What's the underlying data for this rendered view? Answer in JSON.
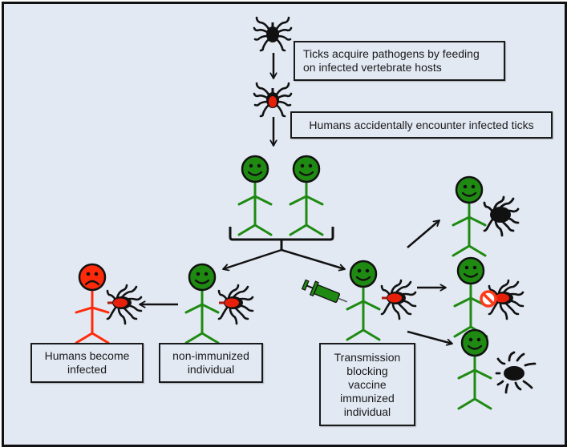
{
  "diagram": {
    "title": "Tick-borne pathogen transmission and transmission-blocking vaccine",
    "colors": {
      "background": "#e2e9f3",
      "healthy": "#1f8a12",
      "infected": "#ff2a0a",
      "tick_body": "#111111",
      "tick_infected": "#e8200a",
      "arrow": "#111111",
      "no_sign": "#ff3a1a"
    },
    "boxes": {
      "acquire": "Ticks acquire pathogens by feeding\non infected vertebrate hosts",
      "encounter": "Humans accidentally encounter infected ticks",
      "infected": "Humans become\ninfected",
      "non_immunized": "non-immunized\nindividual",
      "vaccinated": "Transmission\nblocking\nvaccine\nimmunized\nindividual"
    },
    "nodes": [
      {
        "id": "uninfected-tick",
        "type": "tick",
        "state": "uninfected"
      },
      {
        "id": "infected-tick",
        "type": "tick",
        "state": "infected"
      },
      {
        "id": "human-pair",
        "type": "human",
        "count": 2,
        "state": "healthy"
      },
      {
        "id": "infected-human",
        "type": "human",
        "state": "infected",
        "mood": "sad"
      },
      {
        "id": "non-immunized-human",
        "type": "human",
        "state": "healthy",
        "tick": "infected"
      },
      {
        "id": "vaccinated-human",
        "type": "human",
        "state": "healthy",
        "tick": "infected",
        "accessory": "syringe"
      },
      {
        "id": "outcome-tick-cleared",
        "type": "human",
        "state": "healthy",
        "tick": "uninfected"
      },
      {
        "id": "outcome-transmission-blocked",
        "type": "human",
        "state": "healthy",
        "tick": "infected",
        "accessory": "no-sign"
      },
      {
        "id": "outcome-tick-dies",
        "type": "human",
        "state": "healthy",
        "tick": "dead"
      }
    ],
    "edges": [
      {
        "from": "uninfected-tick",
        "to": "infected-tick"
      },
      {
        "from": "infected-tick",
        "to": "human-pair"
      },
      {
        "from": "human-pair",
        "to": "non-immunized-human"
      },
      {
        "from": "human-pair",
        "to": "vaccinated-human"
      },
      {
        "from": "non-immunized-human",
        "to": "infected-human"
      },
      {
        "from": "vaccinated-human",
        "to": "outcome-tick-cleared"
      },
      {
        "from": "vaccinated-human",
        "to": "outcome-transmission-blocked"
      },
      {
        "from": "vaccinated-human",
        "to": "outcome-tick-dies"
      }
    ]
  }
}
